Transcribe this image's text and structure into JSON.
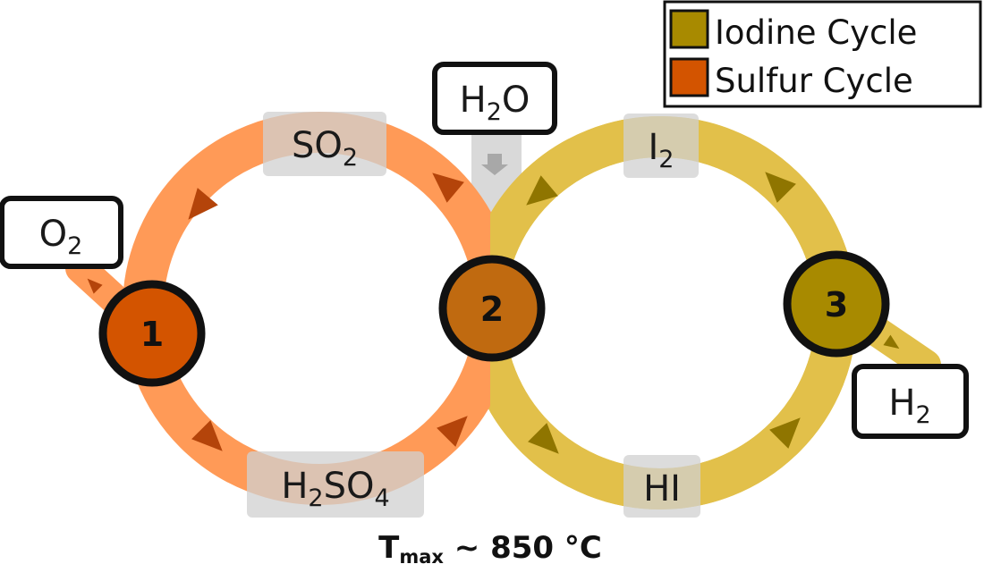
{
  "legend": {
    "items": [
      {
        "label": "Iodine Cycle",
        "color": "#a88a00"
      },
      {
        "label": "Sulfur Cycle",
        "color": "#d35400"
      }
    ]
  },
  "colors": {
    "sulfur_ring": "#ff9a57",
    "iodine_ring": "#e2c04a",
    "sulfur_arrow": "#b4440a",
    "iodine_arrow": "#8f7500",
    "chemical_box": "#d0d0d0",
    "input_stream": "#d9d9d9"
  },
  "nodes": [
    {
      "id": "1",
      "label": "1",
      "color": "#d35400"
    },
    {
      "id": "2",
      "label": "2",
      "color": "#c06a10"
    },
    {
      "id": "3",
      "label": "3",
      "color": "#a88a00"
    }
  ],
  "chemicals": {
    "so2": {
      "main": "SO",
      "sub": "2"
    },
    "h2so4": {
      "a": "H",
      "b": "2",
      "c": "SO",
      "d": "4"
    },
    "i2": {
      "main": "I",
      "sub": "2"
    },
    "hi": {
      "main": "HI"
    }
  },
  "streams": {
    "o2": {
      "main": "O",
      "sub": "2"
    },
    "h2o": {
      "a": "H",
      "b": "2",
      "c": "O"
    },
    "h2": {
      "main": "H",
      "sub": "2"
    }
  },
  "footer": {
    "main": "T",
    "sub": "max",
    "rest": " ~ 850 °C"
  }
}
